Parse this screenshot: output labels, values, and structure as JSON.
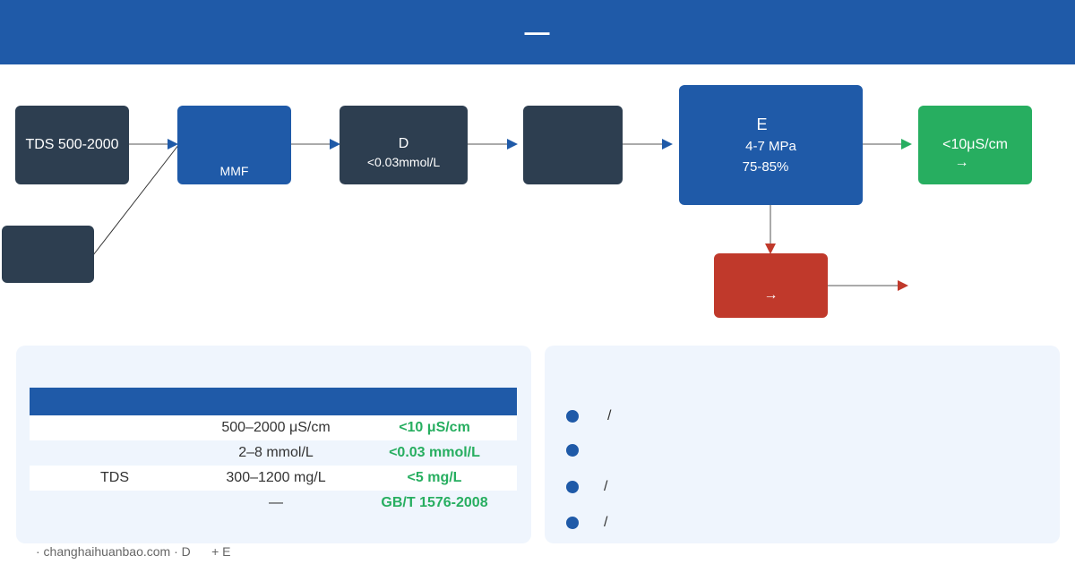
{
  "header": {
    "title": "—"
  },
  "nodes": {
    "raw_water": {
      "line1": "TDS 500-2000"
    },
    "side_source": {
      "line1": ""
    },
    "filter": {
      "line1": "MMF"
    },
    "softener": {
      "line1": "D",
      "line2": "<0.03mmol/L"
    },
    "pretreat": {
      "line1": ""
    },
    "ro": {
      "line1": "E",
      "line2": "4-7 MPa",
      "line3": "75-85%"
    },
    "product": {
      "line1": "<10μS/cm",
      "line2": "→"
    },
    "concentrate": {
      "line1": "→"
    }
  },
  "spec_table": {
    "headers": [
      "",
      "",
      ""
    ],
    "rows": [
      {
        "param": "",
        "input": "500–2000 μS/cm",
        "output": "<10 μS/cm"
      },
      {
        "param": "",
        "input": "2–8 mmol/L",
        "output": "<0.03 mmol/L"
      },
      {
        "param": "TDS",
        "input": "300–1200 mg/L",
        "output": "<5 mg/L"
      },
      {
        "param": "",
        "input": "—",
        "output": "GB/T 1576-2008"
      }
    ]
  },
  "features": [
    {
      "text": "/"
    },
    {
      "text": ""
    },
    {
      "text": "/"
    },
    {
      "text": "/"
    }
  ],
  "footer": {
    "text": "· changhaihuanbao.com · D      + E"
  },
  "colors": {
    "primary": "#1f5aa8",
    "dark": "#2d3e50",
    "success": "#27ae60",
    "danger": "#c0392b",
    "panel": "#eff5fd"
  }
}
